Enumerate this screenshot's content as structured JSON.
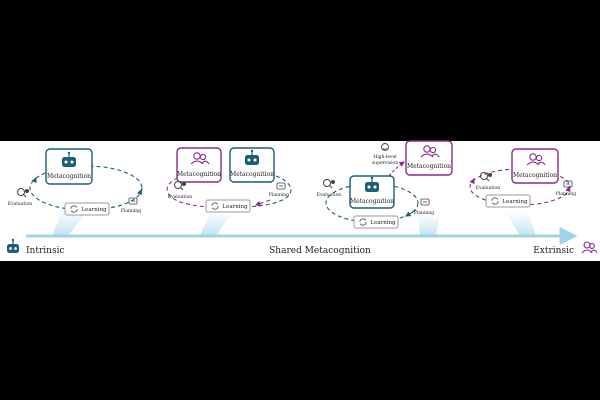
{
  "colors": {
    "agent": "#1d5f75",
    "human": "#8a2a8e",
    "learning": "#9a9a9a",
    "axis": "#b9e1f0",
    "text": "#222222"
  },
  "axis": {
    "left_label": "Intrinsic",
    "center_label": "Shared Metacognition",
    "right_label": "Extrinsic"
  },
  "panel1": {
    "meta": "Metacognition",
    "learning": "Learning",
    "evaluation": "Evaluation",
    "planning": "Planning"
  },
  "panel2": {
    "meta_human": "Metacognition",
    "meta_agent": "Metacognition",
    "learning": "Learning",
    "evaluation": "Evaluation",
    "planning": "Planning"
  },
  "panel3": {
    "meta_agent": "Metacognition",
    "meta_human": "Metacognition",
    "learning": "Learning",
    "evaluation": "Evaluation",
    "planning": "Planning",
    "supervision_line1": "High-level",
    "supervision_line2": "supervision"
  },
  "panel4": {
    "meta": "Metacognition",
    "learning": "Learning",
    "evaluation": "Evaluation",
    "planning": "Planning"
  }
}
